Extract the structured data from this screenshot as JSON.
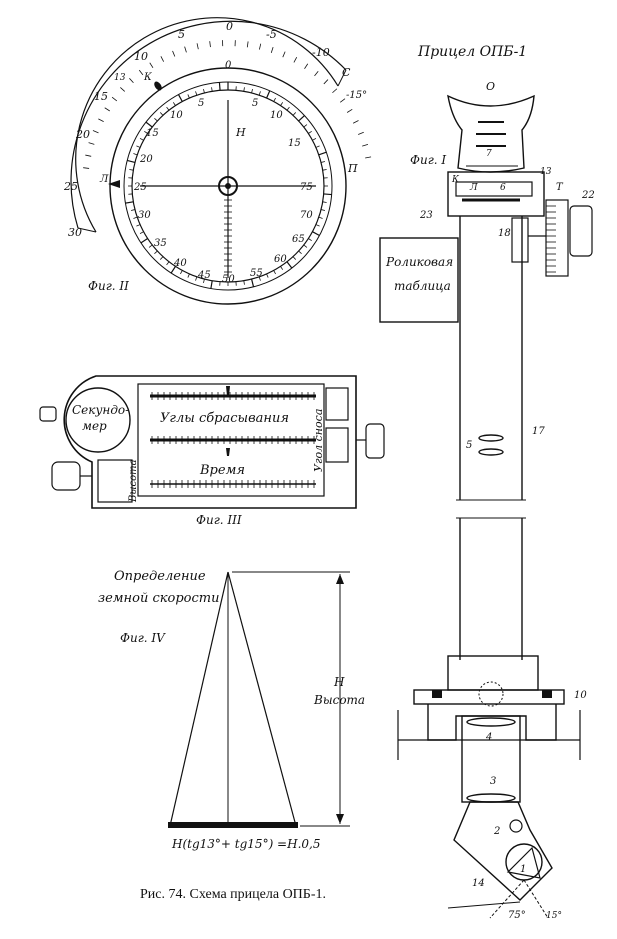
{
  "sight_title": "Прицел ОПБ-1",
  "caption": "Рис. 74. Схема прицела ОПБ-1.",
  "fig1": {
    "label": "Фиг. I",
    "roller_table": [
      "Роликовая",
      "таблица"
    ],
    "eyepiece_label": "О",
    "parts": [
      "7",
      "К",
      "Л",
      "6",
      "13",
      "Т",
      "22",
      "23",
      "18",
      "17",
      "5",
      "10",
      "4",
      "3",
      "2",
      "14",
      "1"
    ],
    "angle_left": "75°",
    "angle_right": "15°"
  },
  "fig2": {
    "label": "Фиг. II",
    "outer_scale": [
      "5",
      "0",
      "-5",
      "-10",
      "10",
      "15",
      "20",
      "25",
      "30",
      "13"
    ],
    "outer_marks": [
      "С",
      "-15°",
      "К",
      "Л"
    ],
    "inner_scale": [
      "0",
      "5",
      "5",
      "10",
      "10",
      "15",
      "15",
      "20",
      "25",
      "30",
      "35",
      "40",
      "45",
      "50",
      "55",
      "60",
      "65",
      "70",
      "75"
    ],
    "inner_marks": [
      "Н",
      "П"
    ]
  },
  "fig3": {
    "label": "Фиг. III",
    "stopwatch": [
      "Секундо-",
      "мер"
    ],
    "height_label": "Высота",
    "drop_angles": "Углы сбрасывания",
    "time": "Время",
    "drift_angle": "Угол сноса"
  },
  "fig4": {
    "label": "Фиг. IV",
    "heading": [
      "Определение",
      "земной скорости"
    ],
    "h_label": "Н",
    "height_label": "Высота",
    "formula": "Н(tg13°+ tg15°) =Н.0,5"
  }
}
